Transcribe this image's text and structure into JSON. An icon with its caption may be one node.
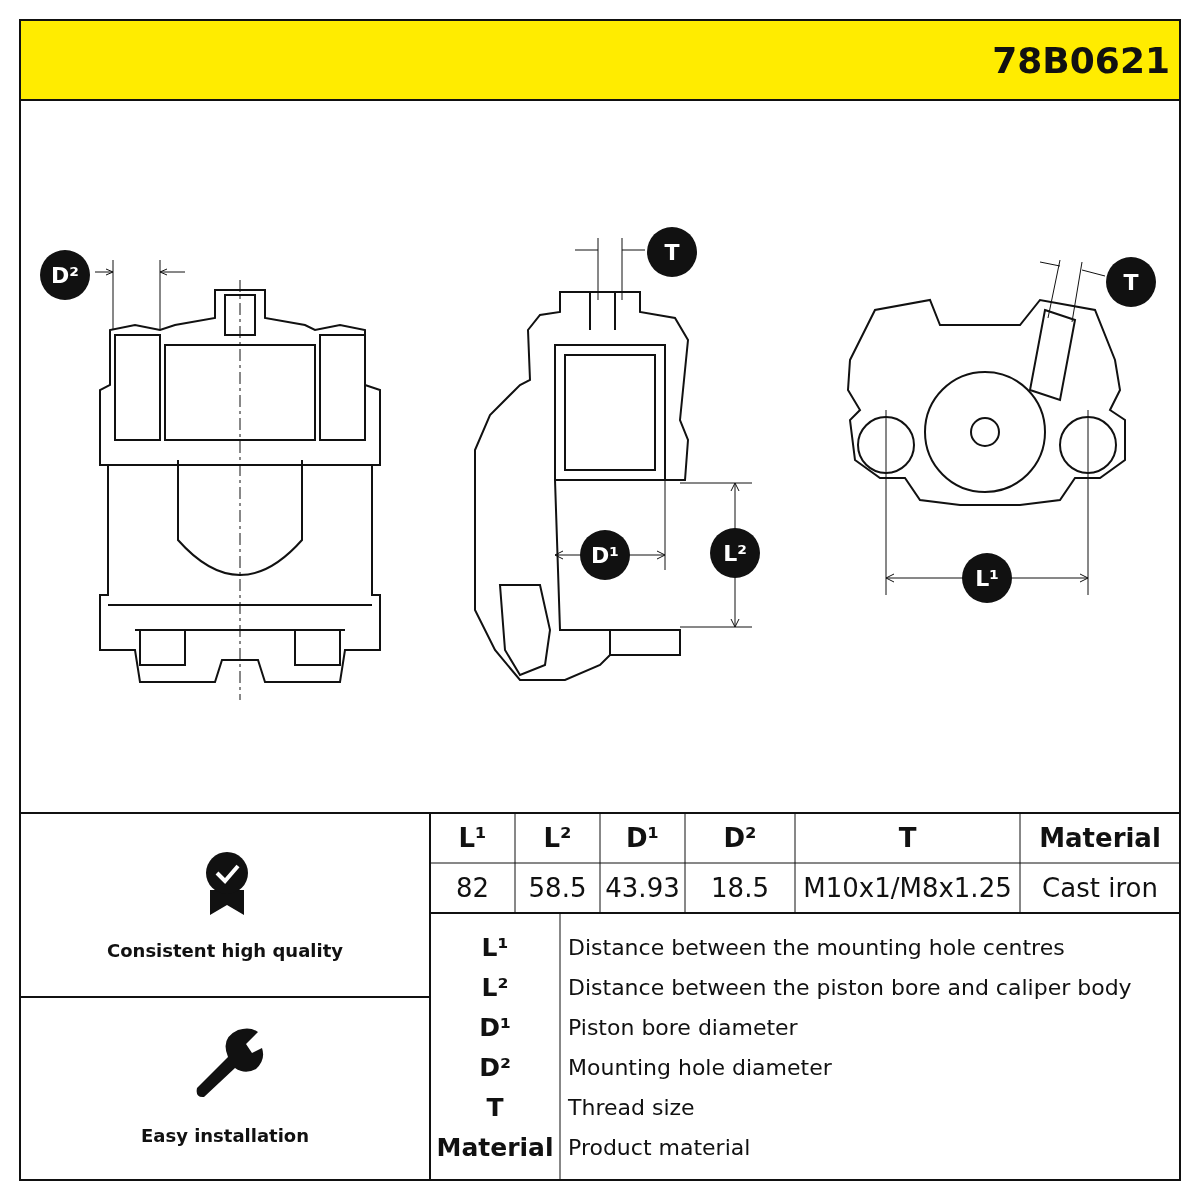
{
  "diagram": {
    "labels": [
      "78B0621",
      "D²",
      "T",
      "T",
      "D¹",
      "L²",
      "L¹",
      "L¹",
      "L²",
      "D¹",
      "D²",
      "T",
      "Material",
      "82",
      "58.5",
      "43.93",
      "18.5",
      "M10x1/M8x1.25",
      "Cast iron",
      "Consistent high quality",
      "Easy installation",
      "L¹",
      "Distance between the mounting hole centres",
      "L²",
      "Distance between the piston bore and caliper body",
      "D¹",
      "Piston bore diameter",
      "D²",
      "Mounting hole diameter",
      "T",
      "Thread size",
      "Material",
      "Product material"
    ]
  }
}
